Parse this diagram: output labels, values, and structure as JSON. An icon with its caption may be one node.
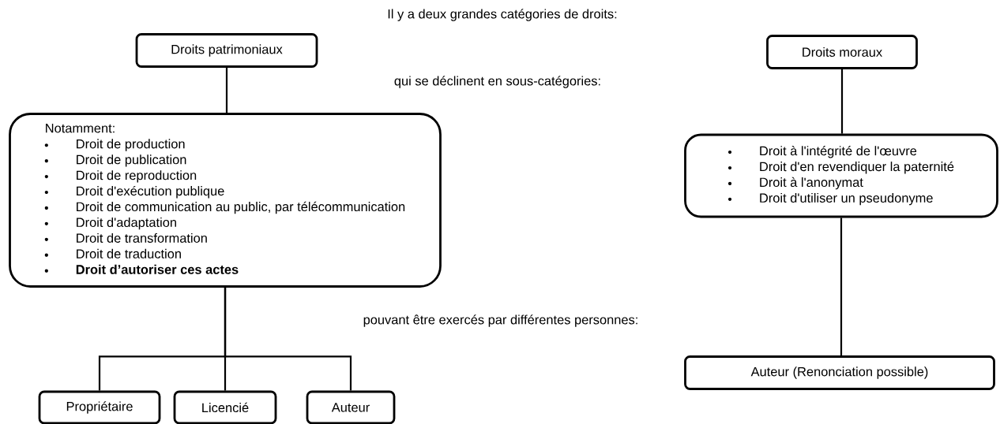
{
  "diagram": {
    "nodes": [
      {
        "text": [
          "Droits patrimoniaux"
        ]
      },
      {
        "text": [
          "Droits moraux"
        ]
      },
      {
        "text": [
          "Notamment:",
          "Droit de production",
          "Droit de publication",
          "Droit de reproduction",
          "Droit d'exécution publique",
          "Droit de communication au public, par télécommunication",
          "Droit d'adaptation",
          "Droit de transformation",
          "Droit de traduction",
          "Droit d’autoriser ces actes"
        ]
      },
      {
        "text": [
          "Droit à l'intégrité de l'œuvre",
          "Droit d'en revendiquer la paternité",
          "Droit à l'anonymat",
          "Droit d'utiliser un pseudonyme"
        ]
      },
      {
        "text": [
          "Propriétaire"
        ]
      },
      {
        "text": [
          "Licencié"
        ]
      },
      {
        "text": [
          "Auteur"
        ]
      },
      {
        "text": [
          "Auteur (Renonciation possible)"
        ]
      }
    ],
    "edges": [
      {
        "from": 0,
        "to": 2,
        "arrow": "none"
      },
      {
        "from": 1,
        "to": 3,
        "arrow": "none"
      },
      {
        "from": 2,
        "to": 4,
        "arrow": "none"
      },
      {
        "from": 2,
        "to": 5,
        "arrow": "none"
      },
      {
        "from": 2,
        "to": 6,
        "arrow": "none"
      },
      {
        "from": 3,
        "to": 7,
        "arrow": "none"
      }
    ],
    "labels": [
      "Il y a deux grandes catégories de droits:",
      "qui se déclinent en sous-catégories:",
      "pouvant être exercés par différentes personnes:"
    ]
  }
}
